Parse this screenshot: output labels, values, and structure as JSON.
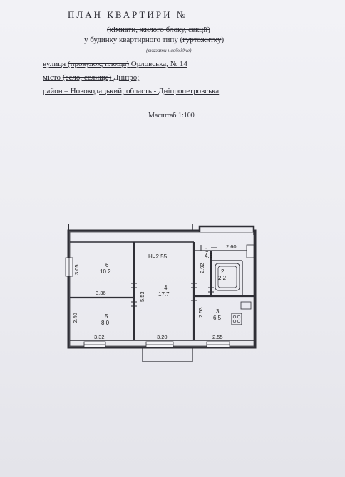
{
  "header": {
    "title_main": "ПЛАН КВАРТИРИ",
    "title_no": "№",
    "subtitle_struck": "(кімнати, жилого блоку, секції)",
    "building_prefix": "у будинку квартирного типу (",
    "building_struck": "гуртожитку",
    "building_suffix": ")",
    "note": "(вказати необхідне)"
  },
  "address": {
    "street_label": "вулиця",
    "street_struck": "(провулок, площа)",
    "street_value": "Орловська, № 14",
    "city_label": "місто",
    "city_struck": "(село, селище)",
    "city_value": "Дніпро;",
    "district_line": "район – Новокодацький; область - Дніпропетровська"
  },
  "scale": "Масштаб 1:100",
  "plan": {
    "height": "H=2.55",
    "rooms": [
      {
        "id": "1",
        "area": "4.6"
      },
      {
        "id": "2",
        "area": "2.2"
      },
      {
        "id": "3",
        "area": "6.5"
      },
      {
        "id": "4",
        "area": "17.7"
      },
      {
        "id": "5",
        "area": "8.0"
      },
      {
        "id": "6",
        "area": "10.2"
      }
    ],
    "dimensions": {
      "top_right": "2.60",
      "left_upper": "3.05",
      "left_lower": "2.40",
      "mid_horizontal": "3.36",
      "mid_vertical": "5.53",
      "corridor_upper": "2.92",
      "corridor_lower": "2.53",
      "bottom_left": "3.32",
      "bottom_mid": "3.20",
      "bottom_right": "2.55"
    }
  }
}
